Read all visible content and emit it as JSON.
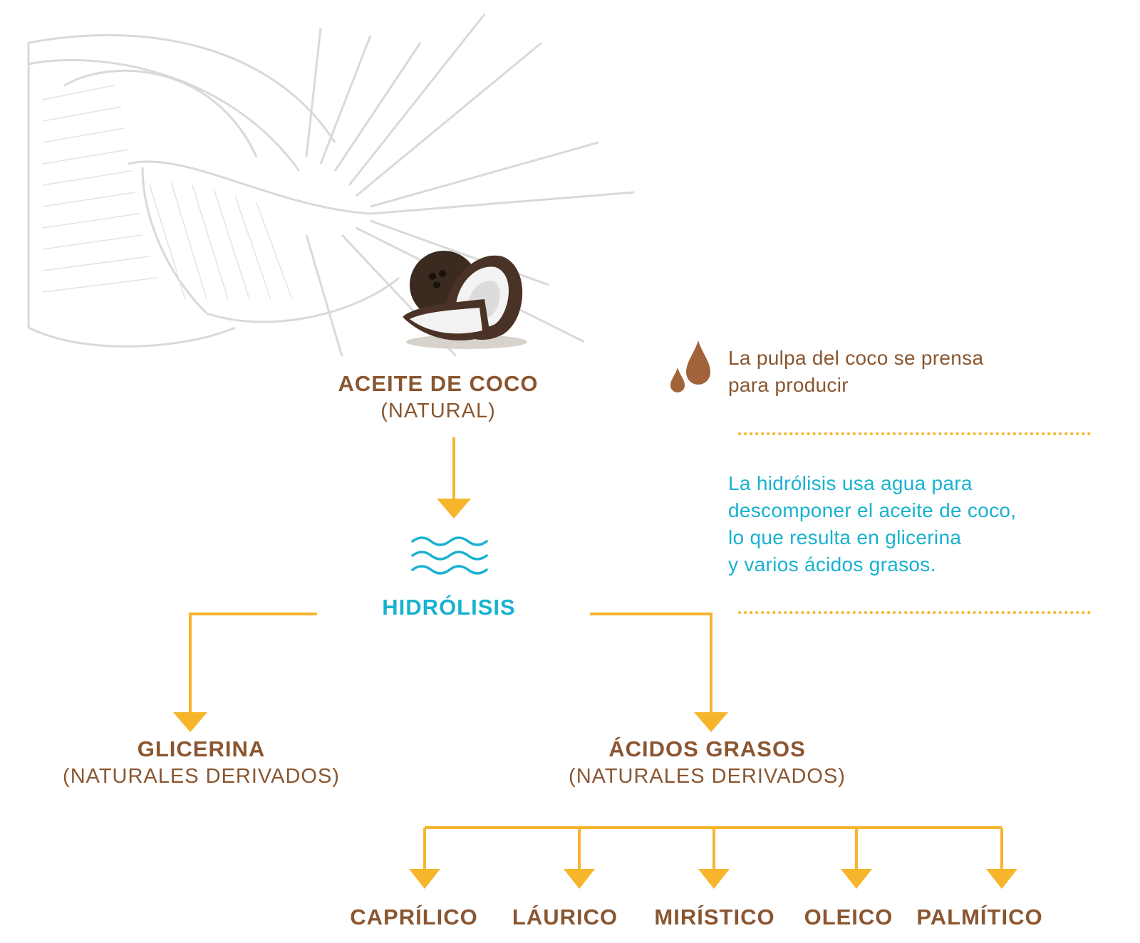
{
  "colors": {
    "brown": "#8a5630",
    "cyan": "#18b2d0",
    "arrow": "#f7b52c"
  },
  "icons": [
    "coconut-illustration",
    "palm-coconut-background",
    "oil-drops-icon",
    "water-waves-icon"
  ],
  "source": {
    "title": "ACEITE DE COCO",
    "subtitle": "(NATURAL)"
  },
  "process": {
    "label": "HIDRÓLISIS"
  },
  "notes": {
    "pressing": [
      "La pulpa del coco se prensa",
      "para producir"
    ],
    "hydrolysis": [
      "La hidrólisis usa agua para",
      "descomponer el aceite de coco,",
      "lo que resulta en glicerina",
      "y varios ácidos grasos."
    ]
  },
  "outputs": {
    "glycerin": {
      "title": "GLICERINA",
      "subtitle": "(NATURALES DERIVADOS)"
    },
    "fatty_acids": {
      "title": "ÁCIDOS GRASOS",
      "subtitle": "(NATURALES DERIVADOS)"
    }
  },
  "fatty_acid_list": [
    "CAPRÍLICO",
    "LÁURICO",
    "MIRÍSTICO",
    "OLEICO",
    "PALMÍTICO"
  ]
}
